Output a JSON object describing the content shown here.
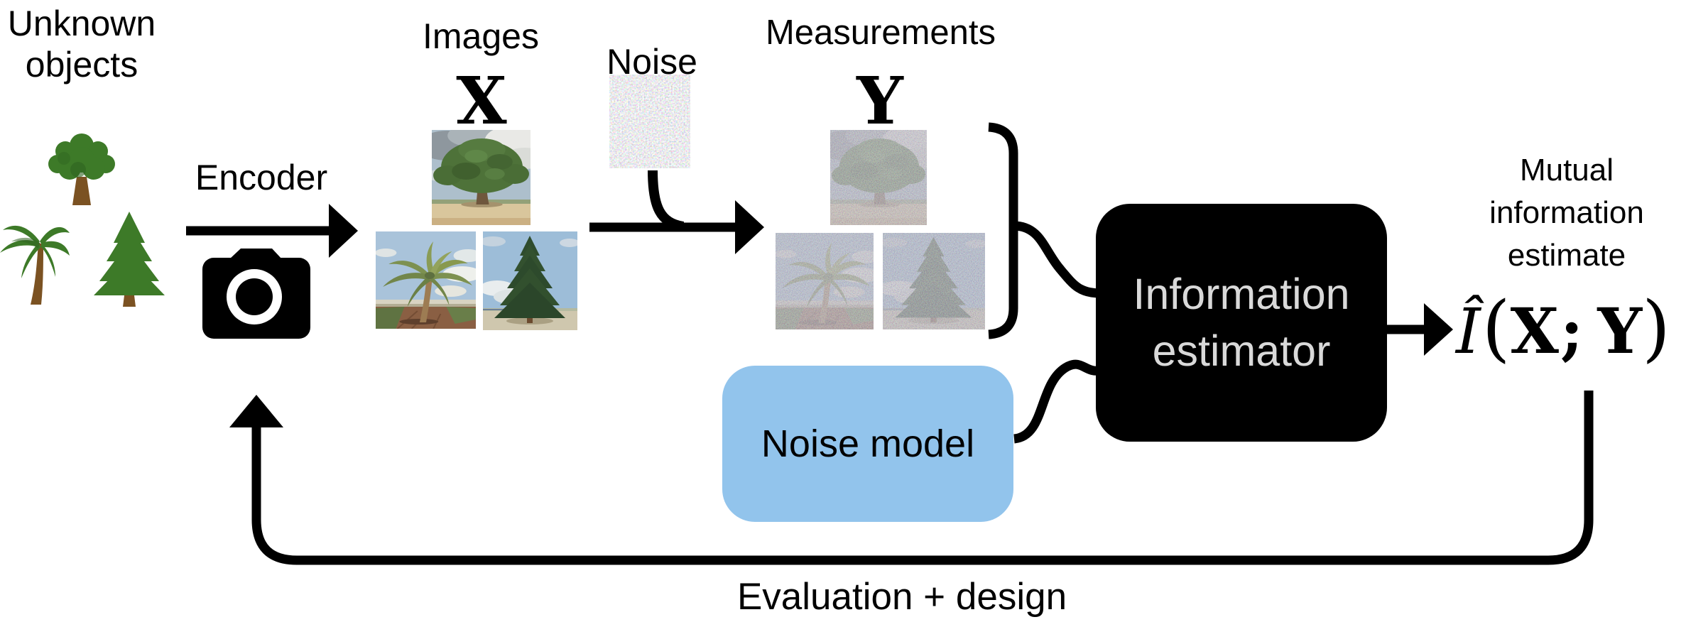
{
  "labels": {
    "unknown_line1": "Unknown",
    "unknown_line2": "objects",
    "encoder": "Encoder",
    "images": "Images",
    "images_symbol": "X",
    "noise": "Noise",
    "measurements": "Measurements",
    "measurements_symbol": "Y",
    "noise_model": "Noise model",
    "estimator_line1": "Information",
    "estimator_line2": "estimator",
    "mutual_line1": "Mutual",
    "mutual_line2": "information",
    "mutual_line3": "estimate",
    "evaluation": "Evaluation + design"
  },
  "formula": {
    "i_hat": "Î",
    "open_paren": "(",
    "x_var": "X",
    "separator": ";",
    "y_var": "Y",
    "close_paren": ")"
  },
  "colors": {
    "noise_model_bg": "#92c4ec",
    "estimator_bg": "#000000",
    "estimator_text": "#d9d9d9",
    "tree_green": "#3d7a28",
    "trunk_brown": "#7b5222",
    "connector_black": "#000000"
  },
  "icons": {
    "unknown_objects": [
      "deciduous-tree-icon",
      "palm-tree-icon",
      "pine-tree-icon"
    ],
    "encoder": "camera-icon",
    "noise_patch": "noise-pattern",
    "image_set": [
      "oak-photo",
      "palm-photo",
      "pine-photo"
    ],
    "measurement_set": [
      "noisy-oak-photo",
      "noisy-palm-photo",
      "noisy-pine-photo"
    ]
  }
}
